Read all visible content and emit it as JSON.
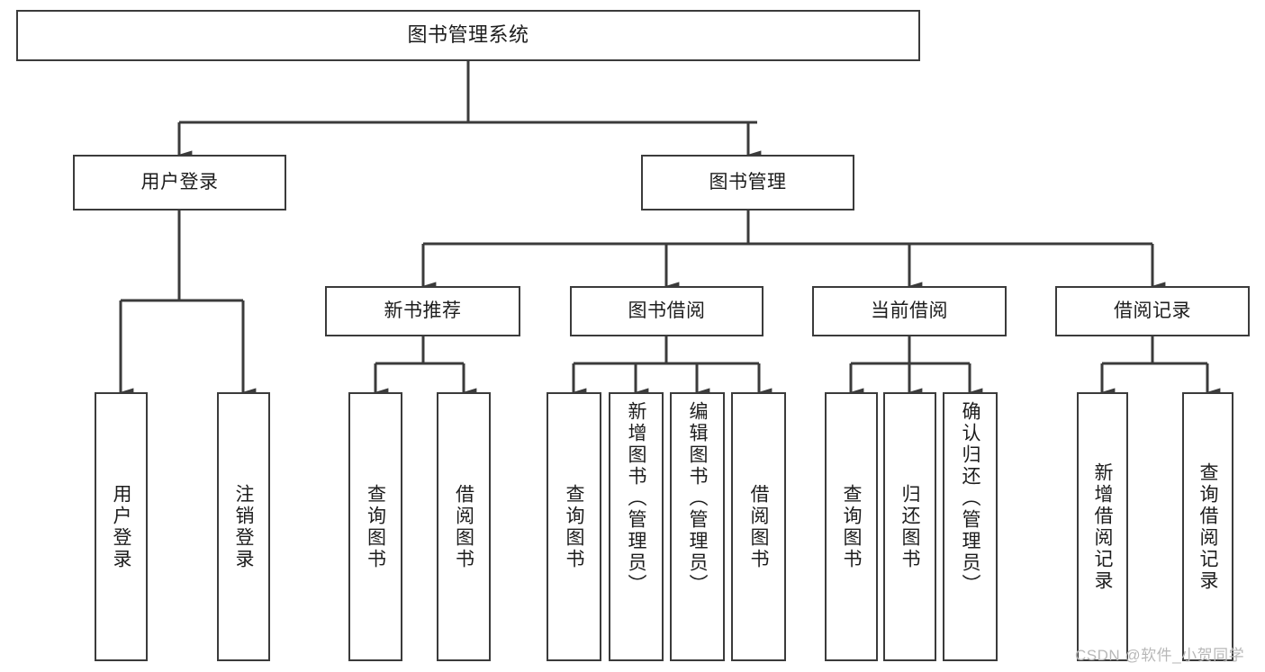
{
  "diagram": {
    "title": "图书管理系统",
    "type": "hierarchy-tree",
    "root": {
      "label": "图书管理系统"
    },
    "level2": [
      {
        "label": "用户登录"
      },
      {
        "label": "图书管理"
      }
    ],
    "level3": [
      {
        "label": "新书推荐"
      },
      {
        "label": "图书借阅"
      },
      {
        "label": "当前借阅"
      },
      {
        "label": "借阅记录"
      }
    ],
    "leaves": {
      "user_login": [
        {
          "label": "用户登录"
        },
        {
          "label": "注销登录"
        }
      ],
      "new_book_recommend": [
        {
          "label": "查询图书"
        },
        {
          "label": "借阅图书"
        }
      ],
      "book_borrow": [
        {
          "label": "查询图书"
        },
        {
          "label": "新增图书（管理员）"
        },
        {
          "label": "编辑图书（管理员）"
        },
        {
          "label": "借阅图书"
        }
      ],
      "current_borrow": [
        {
          "label": "查询图书"
        },
        {
          "label": "归还图书"
        },
        {
          "label": "确认归还（管理员）"
        }
      ],
      "borrow_record": [
        {
          "label": "新增借阅记录"
        },
        {
          "label": "查询借阅记录"
        }
      ]
    }
  },
  "watermark": {
    "text": "CSDN @软件_小贺同学"
  },
  "colors": {
    "stroke": "#3b3b3b",
    "fill": "#ffffff",
    "text": "#1d1d1d",
    "watermark": "#b8b8b8"
  }
}
